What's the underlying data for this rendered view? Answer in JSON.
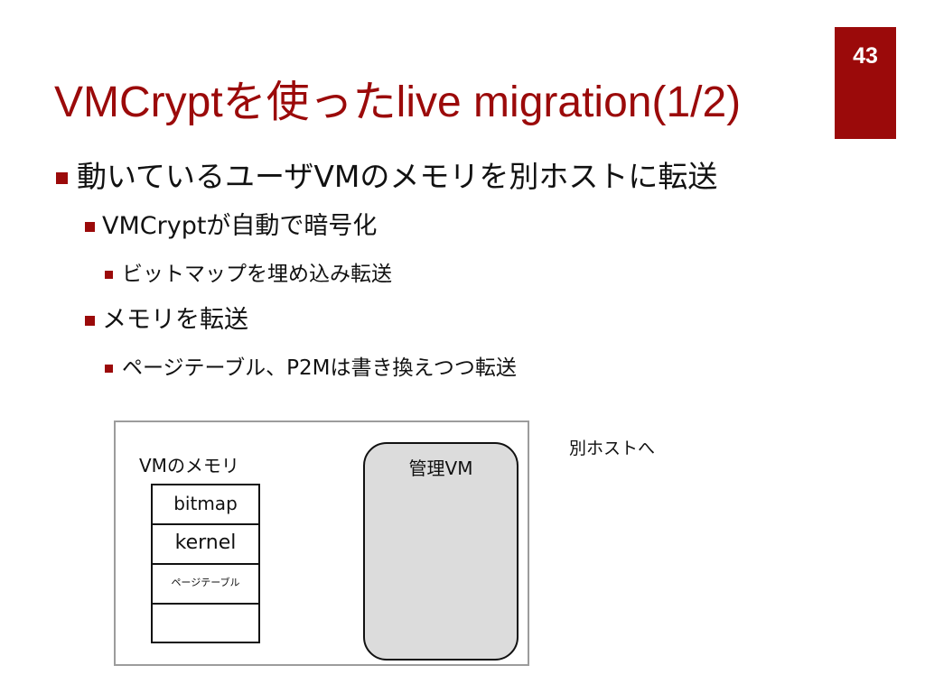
{
  "slide": {
    "page_number": "43",
    "title": "VMCryptを使ったlive migration(1/2)"
  },
  "bullets": {
    "main": "動いているユーザVMのメモリを別ホストに転送",
    "sub1": "VMCryptが自動で暗号化",
    "sub1_detail": "ビットマップを埋め込み転送",
    "sub2": "メモリを転送",
    "sub2_detail": "ページテーブル、P2Mは書き換えつつ転送"
  },
  "diagram": {
    "memory_label": "VMのメモリ",
    "memory_cells": {
      "bitmap": "bitmap",
      "kernel": "kernel",
      "page_table": "ページテーブル"
    },
    "management_vm": "管理VM",
    "destination": "別ホストへ"
  },
  "colors": {
    "accent": "#9b0a0a",
    "vm_fill": "#dcdcdc",
    "host_border": "#9c9c9c"
  }
}
